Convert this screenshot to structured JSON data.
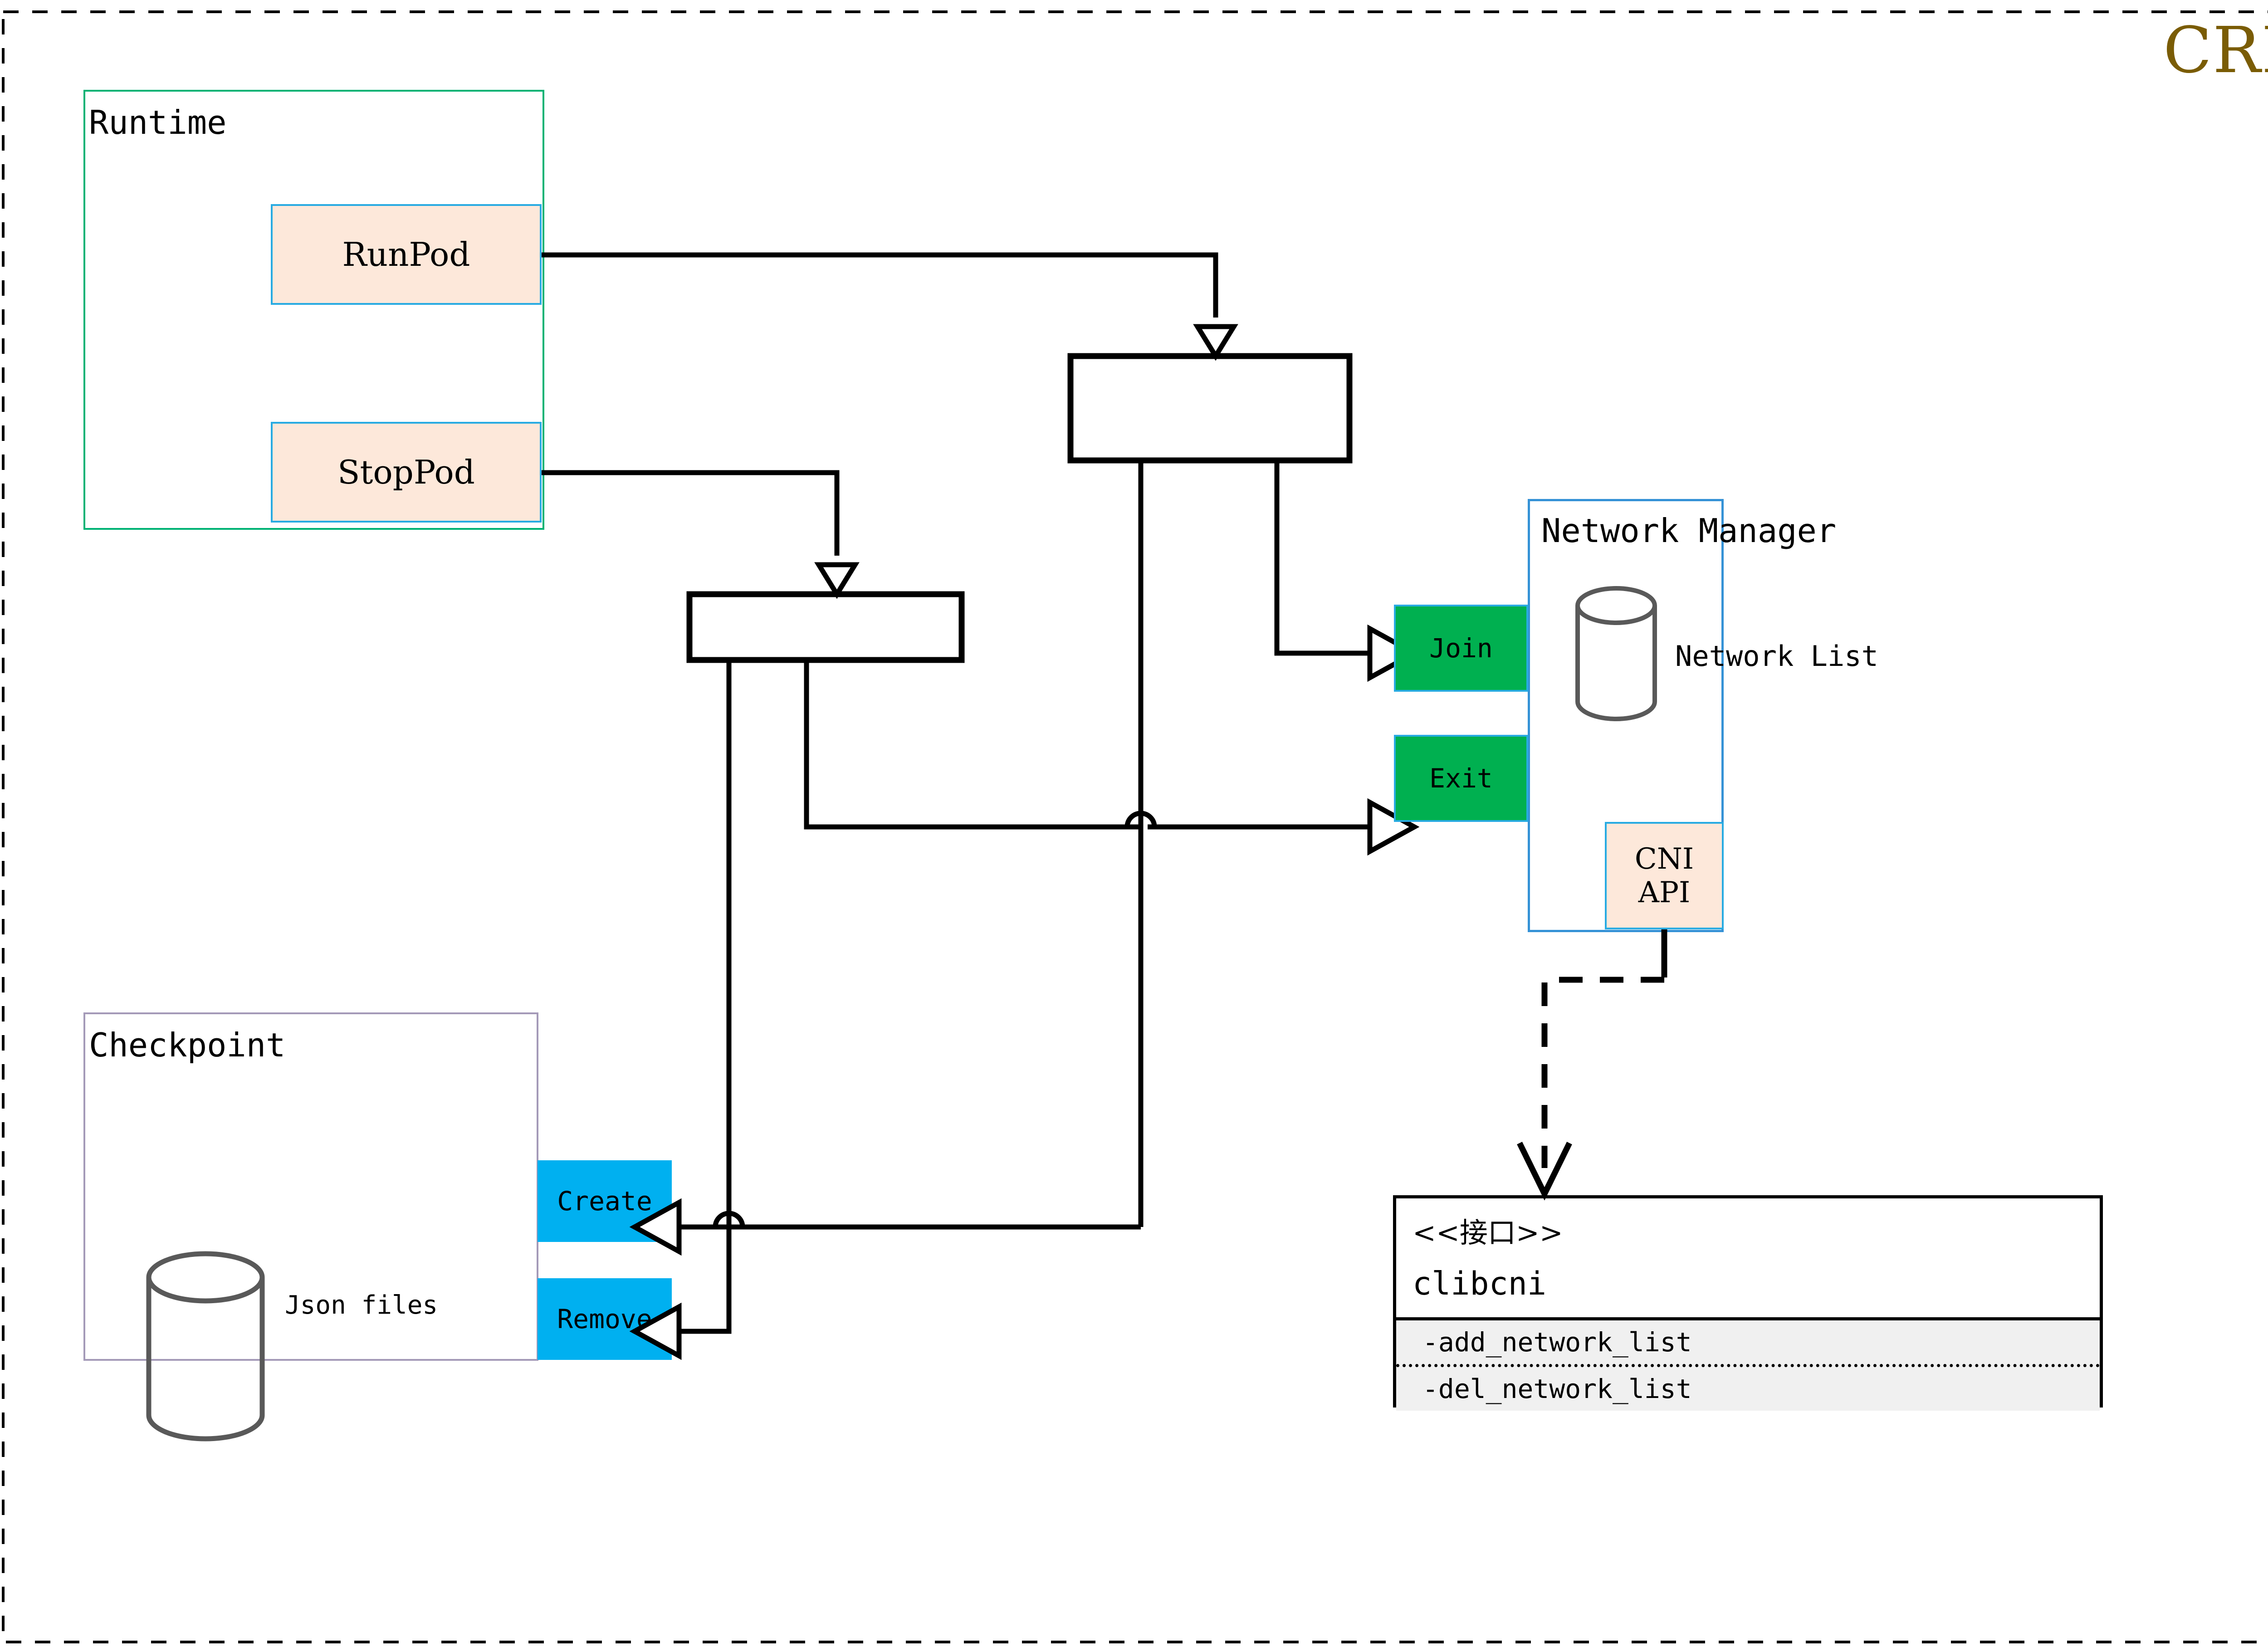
{
  "diagram": {
    "title": "CRI",
    "title_color": "#7a5c05",
    "border_style": "dashed"
  },
  "packages": {
    "runtime": {
      "title": "Runtime",
      "border_color": "#00b274"
    },
    "checkpoint": {
      "title": "Checkpoint",
      "border_color": "#a49ab8"
    },
    "network_manager": {
      "title": "Network Manager",
      "border_color": "#3592d6"
    }
  },
  "nodes": {
    "run_pod": {
      "label": "RunPod",
      "fill": "#fde8da",
      "stroke": "#29abe2"
    },
    "stop_pod": {
      "label": "StopPod",
      "fill": "#fde8da",
      "stroke": "#29abe2"
    },
    "join": {
      "label": "Join",
      "fill": "#00b050",
      "stroke": "#29abe2"
    },
    "exit": {
      "label": "Exit",
      "fill": "#00b050",
      "stroke": "#29abe2"
    },
    "cni_api": {
      "label": "CNI API",
      "fill": "#fde8da",
      "stroke": "#29abe2"
    },
    "create": {
      "label": "Create",
      "fill": "#00b0f0"
    },
    "remove": {
      "label": "Remove",
      "fill": "#00b0f0"
    }
  },
  "datastores": {
    "network_list": {
      "label": "Network List"
    },
    "json_files": {
      "label": "Json files"
    }
  },
  "interface": {
    "stereotype": "<<接口>>",
    "name": "clibcni",
    "operations": [
      "-add_network_list",
      "-del_network_list"
    ]
  }
}
